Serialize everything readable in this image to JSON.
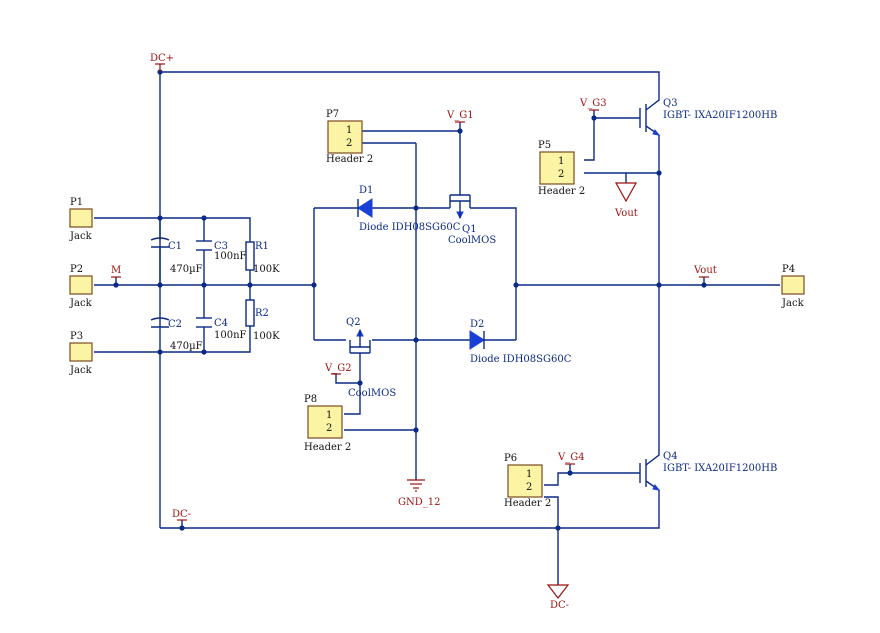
{
  "nets": {
    "dc_plus": "DC+",
    "dc_minus_top": "DC-",
    "dc_minus_gnd": "DC-",
    "gnd12": "GND_12",
    "m": "M",
    "vout_gnd": "Vout",
    "vout_net": "Vout",
    "vg1": "V_G1",
    "vg2": "V_G2",
    "vg3": "V_G3",
    "vg4": "V_G4"
  },
  "connectors": {
    "p1": {
      "ref": "P1",
      "type": "Jack"
    },
    "p2": {
      "ref": "P2",
      "type": "Jack"
    },
    "p3": {
      "ref": "P3",
      "type": "Jack"
    },
    "p4": {
      "ref": "P4",
      "type": "Jack"
    },
    "p5": {
      "ref": "P5",
      "type": "Header 2",
      "pin1": "1",
      "pin2": "2"
    },
    "p6": {
      "ref": "P6",
      "type": "Header 2",
      "pin1": "1",
      "pin2": "2"
    },
    "p7": {
      "ref": "P7",
      "type": "Header 2",
      "pin1": "1",
      "pin2": "2"
    },
    "p8": {
      "ref": "P8",
      "type": "Header 2",
      "pin1": "1",
      "pin2": "2"
    }
  },
  "components": {
    "c1": {
      "ref": "C1",
      "value": "470µF"
    },
    "c2": {
      "ref": "C2",
      "value": "470µF"
    },
    "c3": {
      "ref": "C3",
      "value": "100nF"
    },
    "c4": {
      "ref": "C4",
      "value": "100nF"
    },
    "r1": {
      "ref": "R1",
      "value": "100K"
    },
    "r2": {
      "ref": "R2",
      "value": "100K"
    },
    "d1": {
      "ref": "D1",
      "value": "Diode IDH08SG60C"
    },
    "d2": {
      "ref": "D2",
      "value": "Diode IDH08SG60C"
    },
    "q1": {
      "ref": "Q1",
      "value": "CoolMOS"
    },
    "q2": {
      "ref": "Q2",
      "value": "CoolMOS"
    },
    "q3": {
      "ref": "Q3",
      "value": "IGBT- IXA20IF1200HB"
    },
    "q4": {
      "ref": "Q4",
      "value": "IGBT- IXA20IF1200HB"
    }
  }
}
